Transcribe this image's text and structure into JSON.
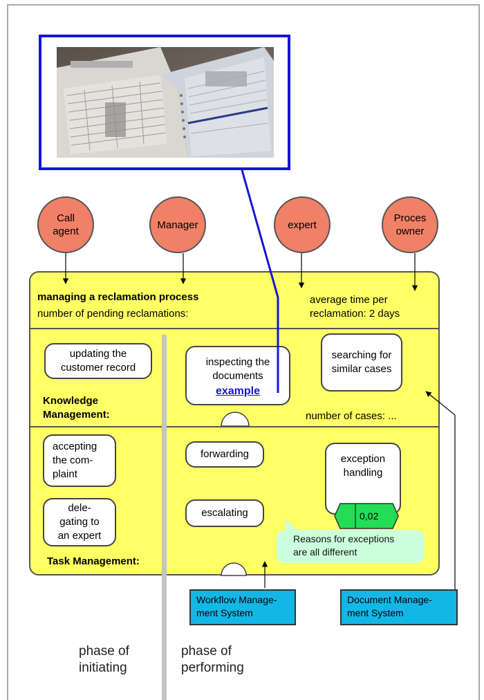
{
  "photo": {
    "caption": ""
  },
  "actors": [
    {
      "id": "call-agent",
      "lines": [
        "Call",
        "agent"
      ]
    },
    {
      "id": "manager",
      "lines": [
        "Manager"
      ]
    },
    {
      "id": "expert",
      "lines": [
        "expert"
      ]
    },
    {
      "id": "process-owner",
      "lines": [
        "Proces",
        "owner"
      ]
    }
  ],
  "process": {
    "title": "managing a reclamation process",
    "pending": "number of pending reclamations:",
    "avg_time_line1": "average time per",
    "avg_time_line2": "reclamation: 2 days"
  },
  "knowledge": {
    "section_label_line1": "Knowledge",
    "section_label_line2": "Management:",
    "task_updating": "updating the customer record",
    "task_inspecting": "inspecting the documents",
    "example_link": "example",
    "task_searching": "searching for similar cases",
    "cases_count": "number of cases: ..."
  },
  "tasks": {
    "section_label": "Task Management:",
    "accepting_l1": "accepting",
    "accepting_l2": "the com-",
    "accepting_l3": "plaint",
    "delegating_l1": "dele-",
    "delegating_l2": "gating to",
    "delegating_l3": "an expert",
    "forwarding": "forwarding",
    "escalating": "escalating",
    "exception_l1": "exception",
    "exception_l2": "handling",
    "exception_value": "0,02"
  },
  "callout": {
    "line1": "Reasons for exceptions",
    "line2": "are all different"
  },
  "systems": {
    "workflow_l1": "Workflow Manage-",
    "workflow_l2": "ment System",
    "document_l1": "Document Manage-",
    "document_l2": "ment System"
  },
  "phases": {
    "initiating_l1": "phase of",
    "initiating_l2": "initiating",
    "performing_l1": "phase of",
    "performing_l2": "performing"
  },
  "colors": {
    "process_fill": "#ffff66",
    "actor_fill": "#f08066",
    "system_fill": "#13b7e6",
    "link_blue": "#1515d8",
    "indicator_green": "#22dd55",
    "callout_fill": "#ccffdd"
  }
}
